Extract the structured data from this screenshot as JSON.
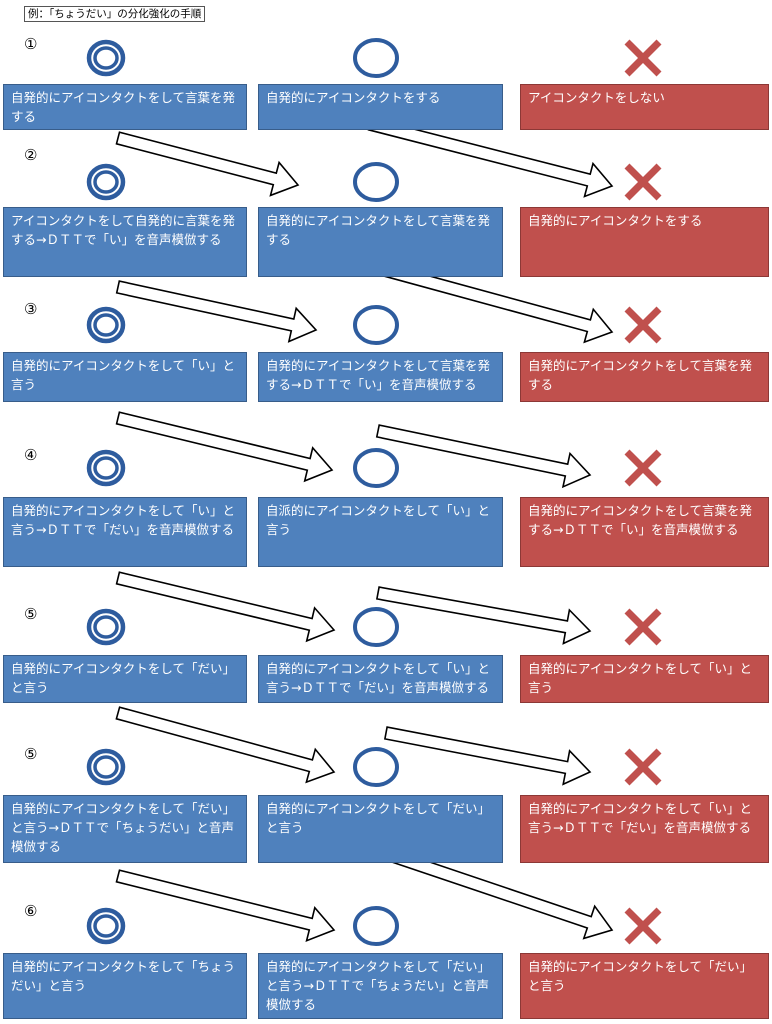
{
  "caption": "例：「ちょうだい」の分化強化の手順",
  "colors": {
    "blue_box": "#4f81bd",
    "red_box": "#c0504d",
    "circle_stroke": "#2e5c9e",
    "cross": "#c0504d"
  },
  "icons": {
    "left": "double-circle-icon",
    "middle": "circle-icon",
    "right": "cross-icon"
  },
  "steps": [
    {
      "label": "①",
      "left": "自発的にアイコンタクトをして言葉を発する",
      "middle": "自発的にアイコンタクトをする",
      "right": "アイコンタクトをしない"
    },
    {
      "label": "②",
      "left": "アイコンタクトをして自発的に言葉を発する→ＤＴＴで「い」を音声模倣する",
      "middle": "自発的にアイコンタクトをして言葉を発する",
      "right": "自発的にアイコンタクトをする"
    },
    {
      "label": "③",
      "left": "自発的にアイコンタクトをして「い」と言う",
      "middle": "自発的にアイコンタクトをして言葉を発する→ＤＴＴで「い」を音声模倣する",
      "right": "自発的にアイコンタクトをして言葉を発する"
    },
    {
      "label": "④",
      "left": "自発的にアイコンタクトをして「い」と言う→ＤＴＴで「だい」を音声模倣する",
      "middle": "自派的にアイコンタクトをして「い」と言う",
      "right": "自発的にアイコンタクトをして言葉を発する→ＤＴＴで「い」を音声模倣する"
    },
    {
      "label": "⑤",
      "left": "自発的にアイコンタクトをして「だい」と言う",
      "middle": "自発的にアイコンタクトをして「い」と言う→ＤＴＴで「だい」を音声模倣する",
      "right": "自発的にアイコンタクトをして「い」と言う"
    },
    {
      "label": "⑤",
      "left": "自発的にアイコンタクトをして「だい」と言う→ＤＴＴで「ちょうだい」と音声模倣する",
      "middle": "自発的にアイコンタクトをして「だい」と言う",
      "right": "自発的にアイコンタクトをして「い」と言う→ＤＴＴで「だい」を音声模倣する"
    },
    {
      "label": "⑥",
      "left": "自発的にアイコンタクトをして「ちょうだい」と言う",
      "middle": "自発的にアイコンタクトをして「だい」と言う→ＤＴＴで「ちょうだい」と音声模倣する",
      "right": "自発的にアイコンタクトをして「だい」と言う"
    }
  ]
}
